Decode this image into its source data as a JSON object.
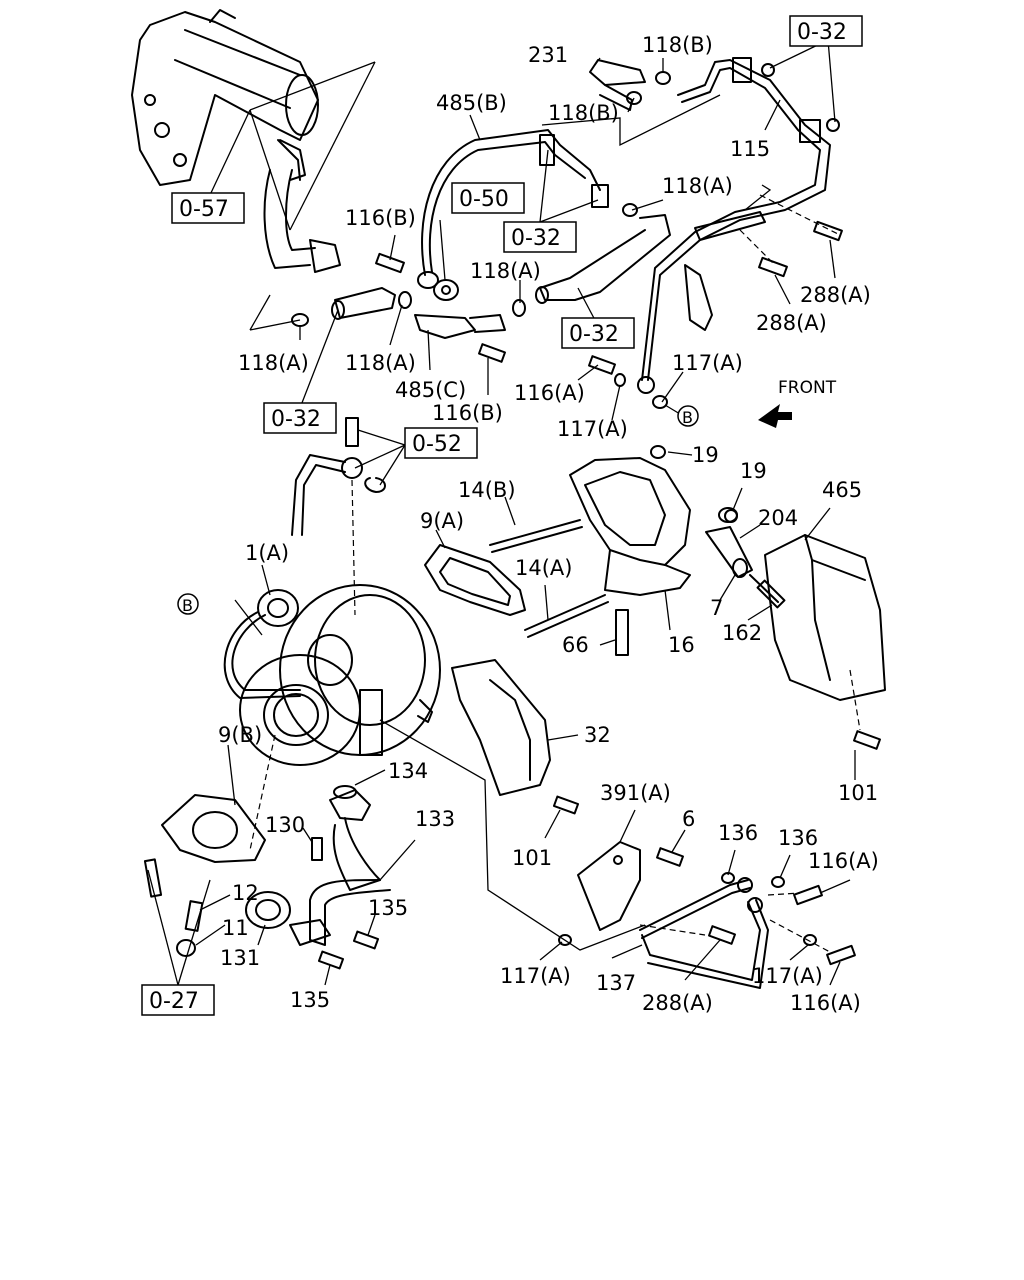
{
  "front_label": "FRONT",
  "callouts": [
    {
      "id": "c231",
      "text": "231"
    },
    {
      "id": "c118b1",
      "text": "118(B)"
    },
    {
      "id": "c485b",
      "text": "485(B)"
    },
    {
      "id": "c118b2",
      "text": "118(B)"
    },
    {
      "id": "c115",
      "text": "115"
    },
    {
      "id": "c118a1",
      "text": "118(A)"
    },
    {
      "id": "c116b1",
      "text": "116(B)"
    },
    {
      "id": "c118a2",
      "text": "118(A)"
    },
    {
      "id": "c288a1",
      "text": "288(A)"
    },
    {
      "id": "c288a2",
      "text": "288(A)"
    },
    {
      "id": "c118a3",
      "text": "118(A)"
    },
    {
      "id": "c118a4",
      "text": "118(A)"
    },
    {
      "id": "c485c",
      "text": "485(C)"
    },
    {
      "id": "c116b2",
      "text": "116(B)"
    },
    {
      "id": "c116a1",
      "text": "116(A)"
    },
    {
      "id": "c117a1",
      "text": "117(A)"
    },
    {
      "id": "c117a2",
      "text": "117(A)"
    },
    {
      "id": "c19a",
      "text": "19"
    },
    {
      "id": "c19b",
      "text": "19"
    },
    {
      "id": "c465",
      "text": "465"
    },
    {
      "id": "c14b",
      "text": "14(B)"
    },
    {
      "id": "c204",
      "text": "204"
    },
    {
      "id": "c9a",
      "text": "9(A)"
    },
    {
      "id": "c1a",
      "text": "1(A)"
    },
    {
      "id": "c14a",
      "text": "14(A)"
    },
    {
      "id": "c7",
      "text": "7"
    },
    {
      "id": "c162",
      "text": "162"
    },
    {
      "id": "c66",
      "text": "66"
    },
    {
      "id": "c16",
      "text": "16"
    },
    {
      "id": "c32",
      "text": "32"
    },
    {
      "id": "c9b",
      "text": "9(B)"
    },
    {
      "id": "c134",
      "text": "134"
    },
    {
      "id": "c101a",
      "text": "101"
    },
    {
      "id": "c101b",
      "text": "101"
    },
    {
      "id": "c391a",
      "text": "391(A)"
    },
    {
      "id": "c6",
      "text": "6"
    },
    {
      "id": "c136a",
      "text": "136"
    },
    {
      "id": "c136b",
      "text": "136"
    },
    {
      "id": "c130",
      "text": "130"
    },
    {
      "id": "c133",
      "text": "133"
    },
    {
      "id": "c116a2",
      "text": "116(A)"
    },
    {
      "id": "c12",
      "text": "12"
    },
    {
      "id": "c11",
      "text": "11"
    },
    {
      "id": "c135a",
      "text": "135"
    },
    {
      "id": "c131",
      "text": "131"
    },
    {
      "id": "c117a3",
      "text": "117(A)"
    },
    {
      "id": "c137",
      "text": "137"
    },
    {
      "id": "c288a3",
      "text": "288(A)"
    },
    {
      "id": "c117a4",
      "text": "117(A)"
    },
    {
      "id": "c135b",
      "text": "135"
    },
    {
      "id": "c116a3",
      "text": "116(A)"
    }
  ],
  "boxed_refs": [
    {
      "id": "b057",
      "text": "0-57"
    },
    {
      "id": "b032a",
      "text": "0-32"
    },
    {
      "id": "b050",
      "text": "0-50"
    },
    {
      "id": "b032b",
      "text": "0-32"
    },
    {
      "id": "b032c",
      "text": "0-32"
    },
    {
      "id": "b032d",
      "text": "0-32"
    },
    {
      "id": "b052",
      "text": "0-52"
    },
    {
      "id": "b027",
      "text": "0-27"
    }
  ],
  "circle_markers": [
    {
      "id": "m1",
      "text": "B"
    },
    {
      "id": "m2",
      "text": "B"
    }
  ]
}
